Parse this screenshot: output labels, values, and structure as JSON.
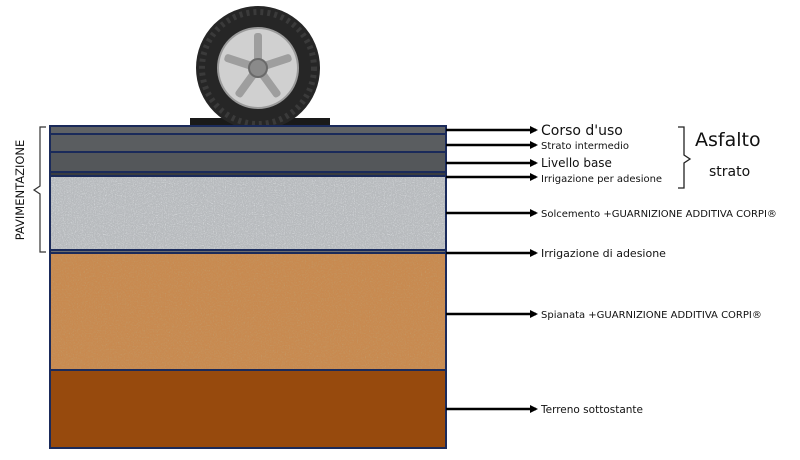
{
  "side_label": "PAVIMENTAZIONE",
  "asphalt_group": {
    "title": "Asfalto",
    "subtitle": "strato"
  },
  "layers": [
    {
      "id": "corso",
      "label": "Corso d'uso",
      "color": "#5f6265"
    },
    {
      "id": "intermedio",
      "label": "Strato intermedio",
      "color": "#5a5d60"
    },
    {
      "id": "base",
      "label": "Livello base",
      "color": "#555759"
    },
    {
      "id": "irrigazione1",
      "label": "Irrigazione per adesione",
      "color": "#44474a"
    },
    {
      "id": "solcemento",
      "label": "Solcemento +GUARNIZIONE ADDITIVA CORPI®",
      "color": "#b9bcbf"
    },
    {
      "id": "irrigazione2",
      "label": "Irrigazione di adesione",
      "color": "#888888"
    },
    {
      "id": "spianata",
      "label": "Spianata +GUARNIZIONE ADDITIVA CORPI®",
      "color": "#c98a4f"
    },
    {
      "id": "terreno",
      "label": "Terreno sottostante",
      "color": "#974a0d"
    }
  ],
  "colors": {
    "border": "#1a2a5a",
    "arrow": "#000000",
    "tire": "#2a2a2a",
    "rim": "#c9c9c9"
  }
}
